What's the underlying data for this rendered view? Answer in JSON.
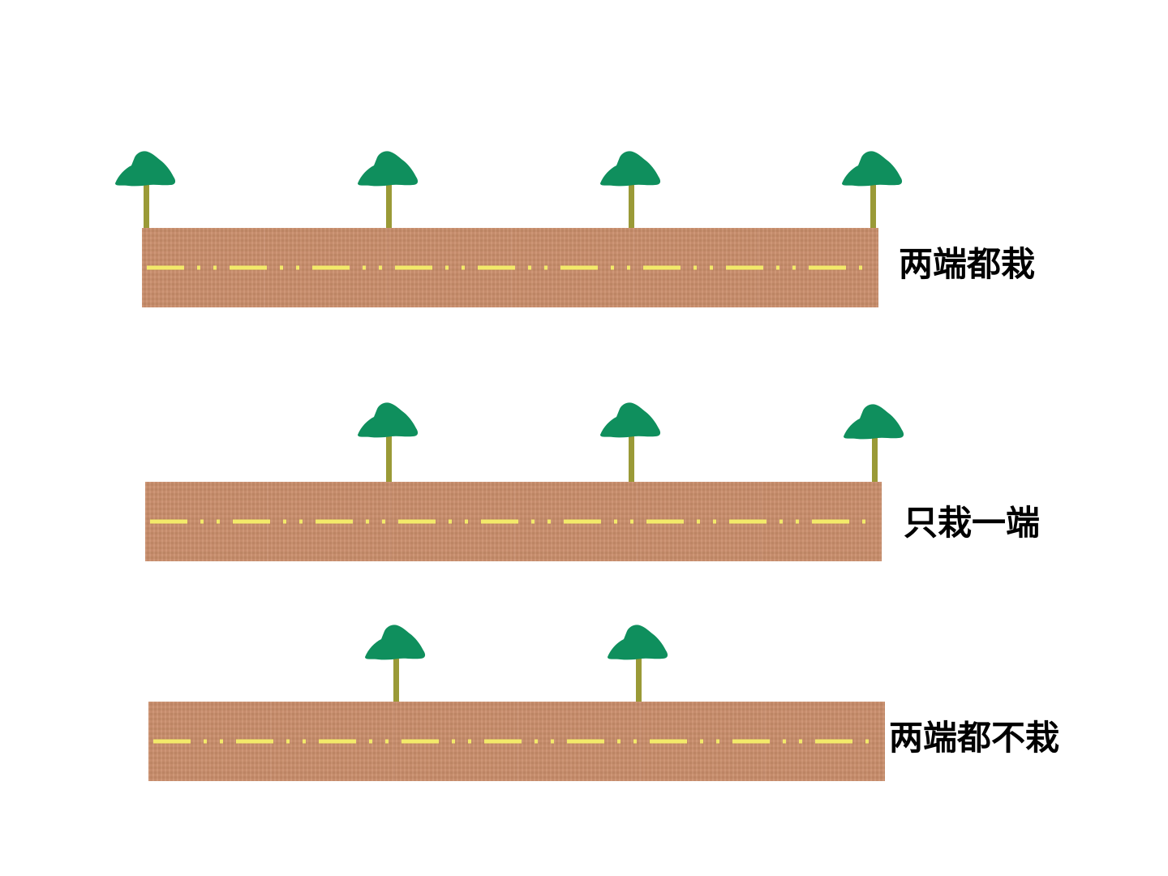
{
  "colors": {
    "road": "#c98d6a",
    "lane_line": "#f3ea6a",
    "tree_crown": "#0f8f5d",
    "tree_trunk": "#9a9a37"
  },
  "rows": [
    {
      "label": "两端都栽",
      "trees": 4
    },
    {
      "label": "只栽一端",
      "trees": 3
    },
    {
      "label": "两端都不栽",
      "trees": 2
    }
  ]
}
